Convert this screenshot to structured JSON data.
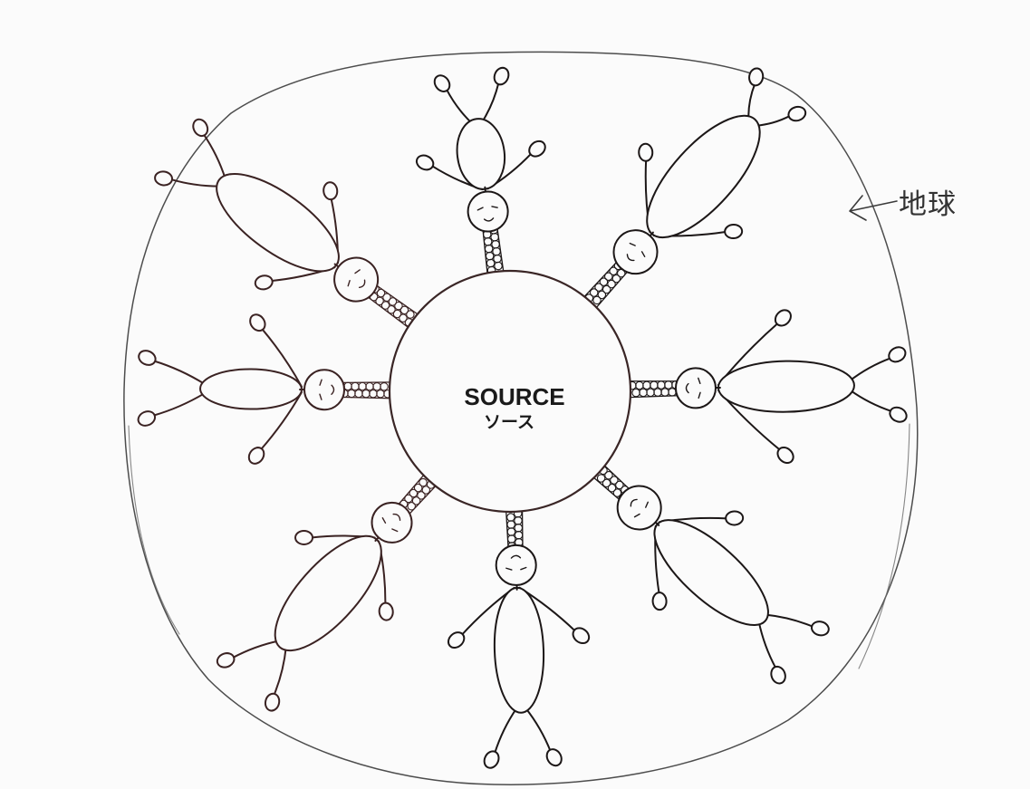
{
  "source": {
    "label": "SOURCE",
    "label_kana": "ソース"
  },
  "earth": {
    "label": "地球"
  },
  "colors": {
    "ink": "#1c1717",
    "ink_brown": "#3a2222",
    "paper": "#fbfbfb"
  }
}
